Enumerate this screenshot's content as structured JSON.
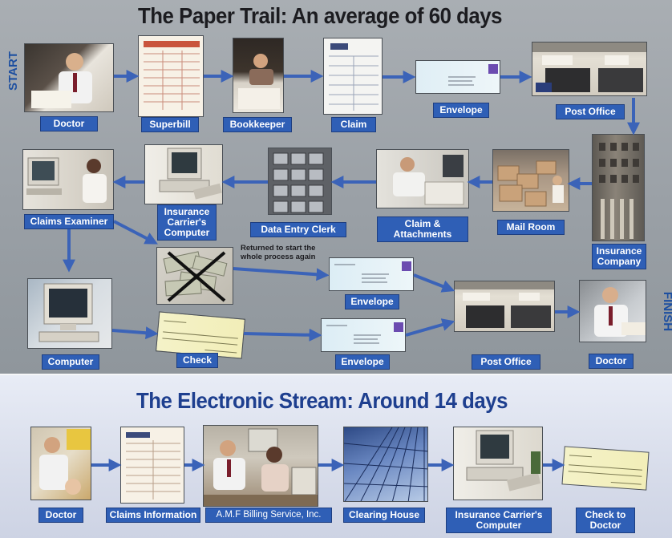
{
  "paper_trail": {
    "title": "The Paper Trail: An average of 60 days",
    "start_label": "START",
    "finish_label": "FINISH",
    "return_note": "Returned to start the\nwhole process again",
    "steps": [
      "Doctor",
      "Superbill",
      "Bookkeeper",
      "Claim",
      "Envelope",
      "Post Office",
      "Insurance\nCompany",
      "Mail Room",
      "Claim &\nAttachments",
      "Data Entry Clerk",
      "Insurance\nCarrier's\nComputer",
      "Claims Examiner",
      "Envelope",
      "Post Office",
      "Doctor",
      "Computer",
      "Check",
      "Envelope"
    ]
  },
  "electronic_stream": {
    "title": "The Electronic Stream: Around 14 days",
    "steps": [
      "Doctor",
      "Claims Information",
      "A.M.F Billing Service, Inc.",
      "Clearing House",
      "Insurance Carrier's\nComputer",
      "Check to\nDoctor"
    ]
  },
  "colors": {
    "label_blue": "#2f5fb6",
    "arrow_blue": "#3b63b8",
    "title_dark": "#1c1c20",
    "title_blue": "#1e3f8f"
  }
}
